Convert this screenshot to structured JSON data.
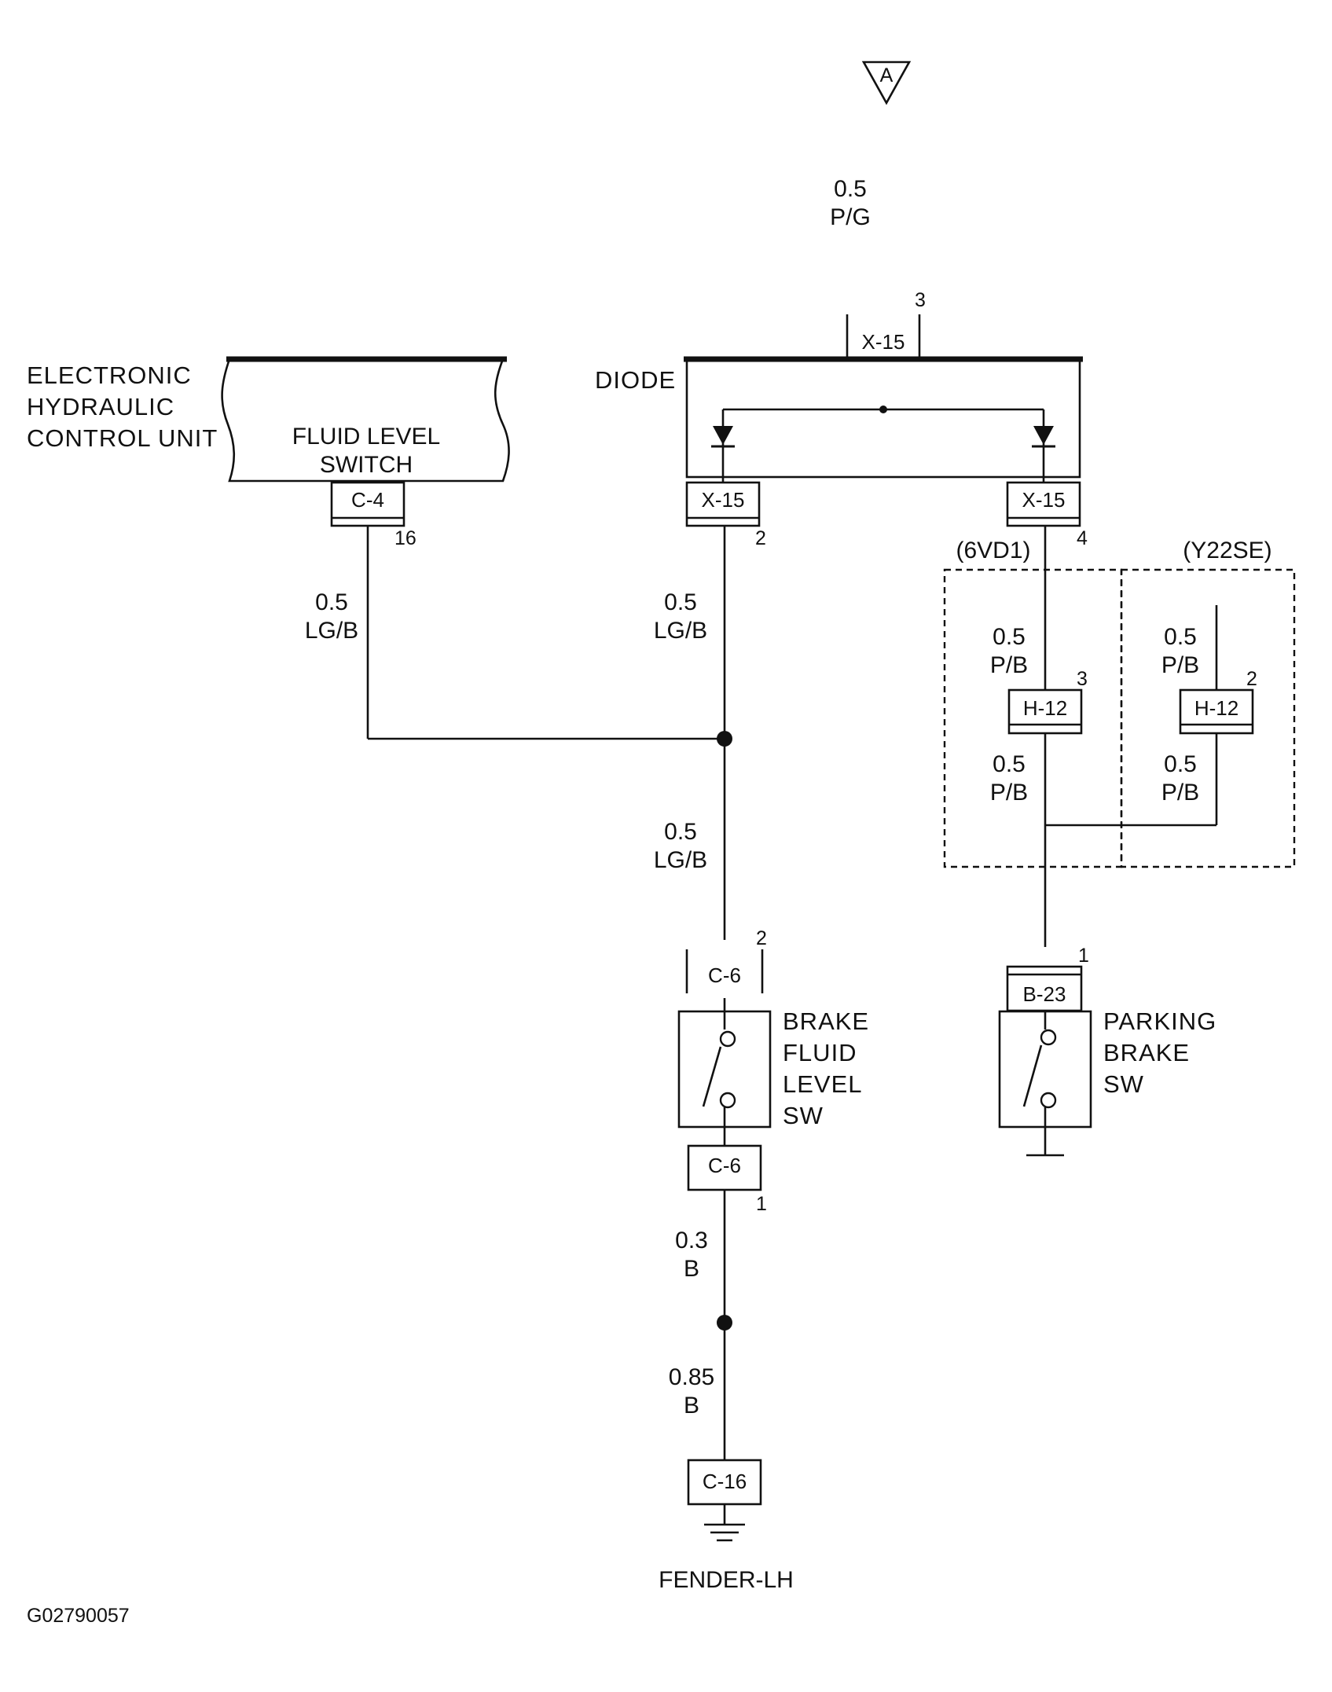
{
  "reference_symbol": "A",
  "top_wire": {
    "gauge": "0.5",
    "color": "P/G"
  },
  "control_unit": {
    "name_lines": [
      "ELECTRONIC",
      "HYDRAULIC",
      "CONTROL UNIT"
    ],
    "inner_lines": [
      "FLUID LEVEL",
      "SWITCH"
    ],
    "connector": "C-4",
    "pin": "16"
  },
  "diode": {
    "label": "DIODE",
    "top_connector": "X-15",
    "top_pin": "3",
    "left_connector": "X-15",
    "left_pin": "2",
    "right_connector": "X-15",
    "right_pin": "4"
  },
  "wires": {
    "ecu_out": {
      "gauge": "0.5",
      "color": "LG/B"
    },
    "diode_left": {
      "gauge": "0.5",
      "color": "LG/B"
    },
    "to_brake_fluid_sw": {
      "gauge": "0.5",
      "color": "LG/B"
    },
    "variant_6vd1_upper": {
      "gauge": "0.5",
      "color": "P/B"
    },
    "variant_6vd1_lower": {
      "gauge": "0.5",
      "color": "P/B"
    },
    "variant_y22se_upper": {
      "gauge": "0.5",
      "color": "P/B"
    },
    "variant_y22se_lower": {
      "gauge": "0.5",
      "color": "P/B"
    },
    "ground_upper": {
      "gauge": "0.3",
      "color": "B"
    },
    "ground_lower": {
      "gauge": "0.85",
      "color": "B"
    }
  },
  "variants": {
    "left": {
      "label": "(6VD1)",
      "connector": "H-12",
      "pin": "3"
    },
    "right": {
      "label": "(Y22SE)",
      "connector": "H-12",
      "pin": "2"
    }
  },
  "brake_fluid_switch": {
    "name_lines": [
      "BRAKE",
      "FLUID",
      "LEVEL",
      "SW"
    ],
    "top_connector": "C-6",
    "top_pin": "2",
    "bottom_connector": "C-6",
    "bottom_pin": "1"
  },
  "parking_brake_switch": {
    "name_lines": [
      "PARKING",
      "BRAKE",
      "SW"
    ],
    "connector": "B-23",
    "pin": "1"
  },
  "ground": {
    "connector": "C-16",
    "location": "FENDER-LH"
  },
  "figure_id": "G02790057"
}
